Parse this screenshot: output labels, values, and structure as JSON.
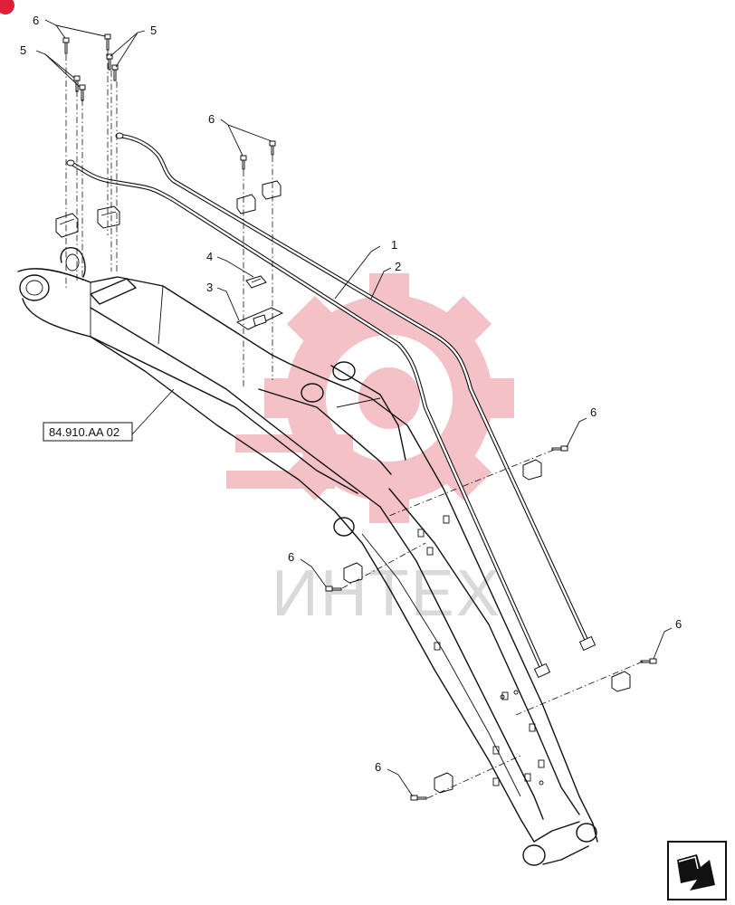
{
  "callouts": {
    "c1": "1",
    "c2": "2",
    "c3": "3",
    "c4": "4",
    "c5a": "5",
    "c5b": "5",
    "c6a": "6",
    "c6b": "6",
    "c6c": "6",
    "c6d": "6",
    "c6e": "6",
    "c6f": "6"
  },
  "reference": {
    "label": "84.910.AA 02"
  },
  "watermark": {
    "text": "ИНТЕХ"
  },
  "colors": {
    "watermark_red": "#f3b7bd",
    "badge_red": "#e0203a",
    "line": "#111111"
  },
  "icons": {
    "corner_badge": "red-badge-icon",
    "nav_arrow": "next-page-arrow-icon"
  }
}
